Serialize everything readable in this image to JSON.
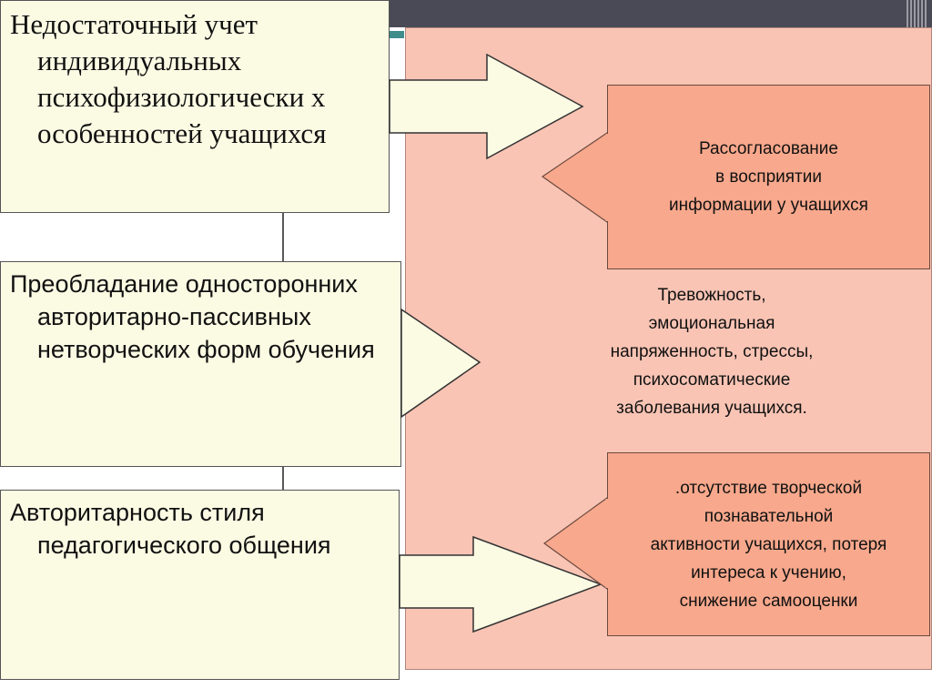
{
  "left_boxes": [
    {
      "text": "Недостаточный учет индивидуальных психофизиологически х особенностей учащихся"
    },
    {
      "text": "Преобладание односторонних авторитарно-пассивных нетворческих форм обучения"
    },
    {
      "text": "Авторитарность стиля педагогического общения"
    }
  ],
  "right_boxes": [
    {
      "text": "Рассогласование\nв восприятии\nинформации у учащихся"
    },
    {
      "text": ".отсутствие творческой\nпознавательной\nактивности учащихся, потеря\nинтереса к учению,\nснижение самооценки"
    }
  ],
  "center_text": "Тревожность,\nэмоциональная\nнапряженность, стрессы,\nпсихосоматические\nзаболевания учащихся.",
  "colors": {
    "left_box_fill": "#fbfbe4",
    "panel_fill": "#f9c4b4",
    "right_box_fill": "#f8a88c",
    "top_bar": "#4a4a56"
  }
}
